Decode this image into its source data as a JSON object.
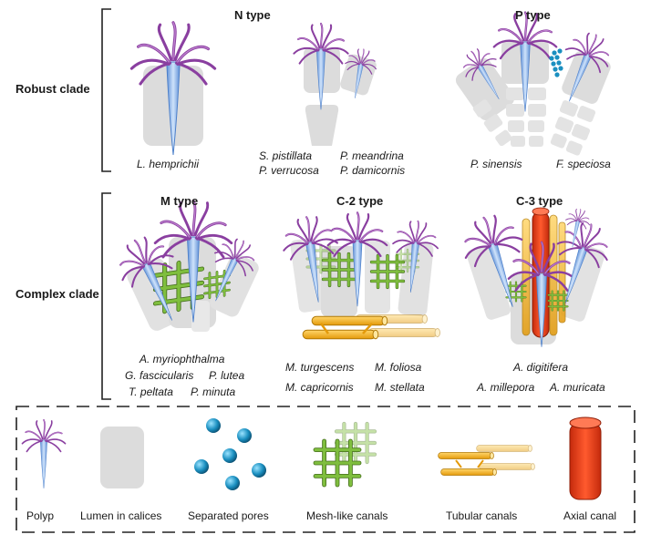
{
  "clades": {
    "robust": "Robust clade",
    "complex": "Complex clade"
  },
  "types": {
    "n": "N type",
    "p": "P type",
    "m": "M type",
    "c2": "C-2 type",
    "c3": "C-3 type"
  },
  "species": {
    "n1": "L. hemprichii",
    "n2a": "S. pistillata",
    "n2b": "P. meandrina",
    "n2c": "P. verrucosa",
    "n2d": "P. damicornis",
    "p1": "P. sinensis",
    "p2": "F. speciosa",
    "m1": "A. myriophthalma",
    "m2": "G. fascicularis",
    "m3": "P. lutea",
    "m4": "T. peltata",
    "m5": "P. minuta",
    "c2a": "M. turgescens",
    "c2b": "M. foliosa",
    "c2c": "M. capricornis",
    "c2d": "M. stellata",
    "c3a": "A. digitifera",
    "c3b": "A. millepora",
    "c3c": "A. muricata"
  },
  "legend": [
    {
      "label": "Polyp"
    },
    {
      "label": "Lumen in calices"
    },
    {
      "label": "Separated pores"
    },
    {
      "label": "Mesh-like canals"
    },
    {
      "label": "Tubular canals"
    },
    {
      "label": "Axial canal"
    }
  ],
  "colors": {
    "polyp": "#8a3fa0",
    "polyp_body": "#8fb8e6",
    "lumen": "#d9d9d9",
    "pores": "#1a8fc0",
    "mesh": "#6aa532",
    "tubular": "#f4b21b",
    "axial": "#f0401b"
  }
}
